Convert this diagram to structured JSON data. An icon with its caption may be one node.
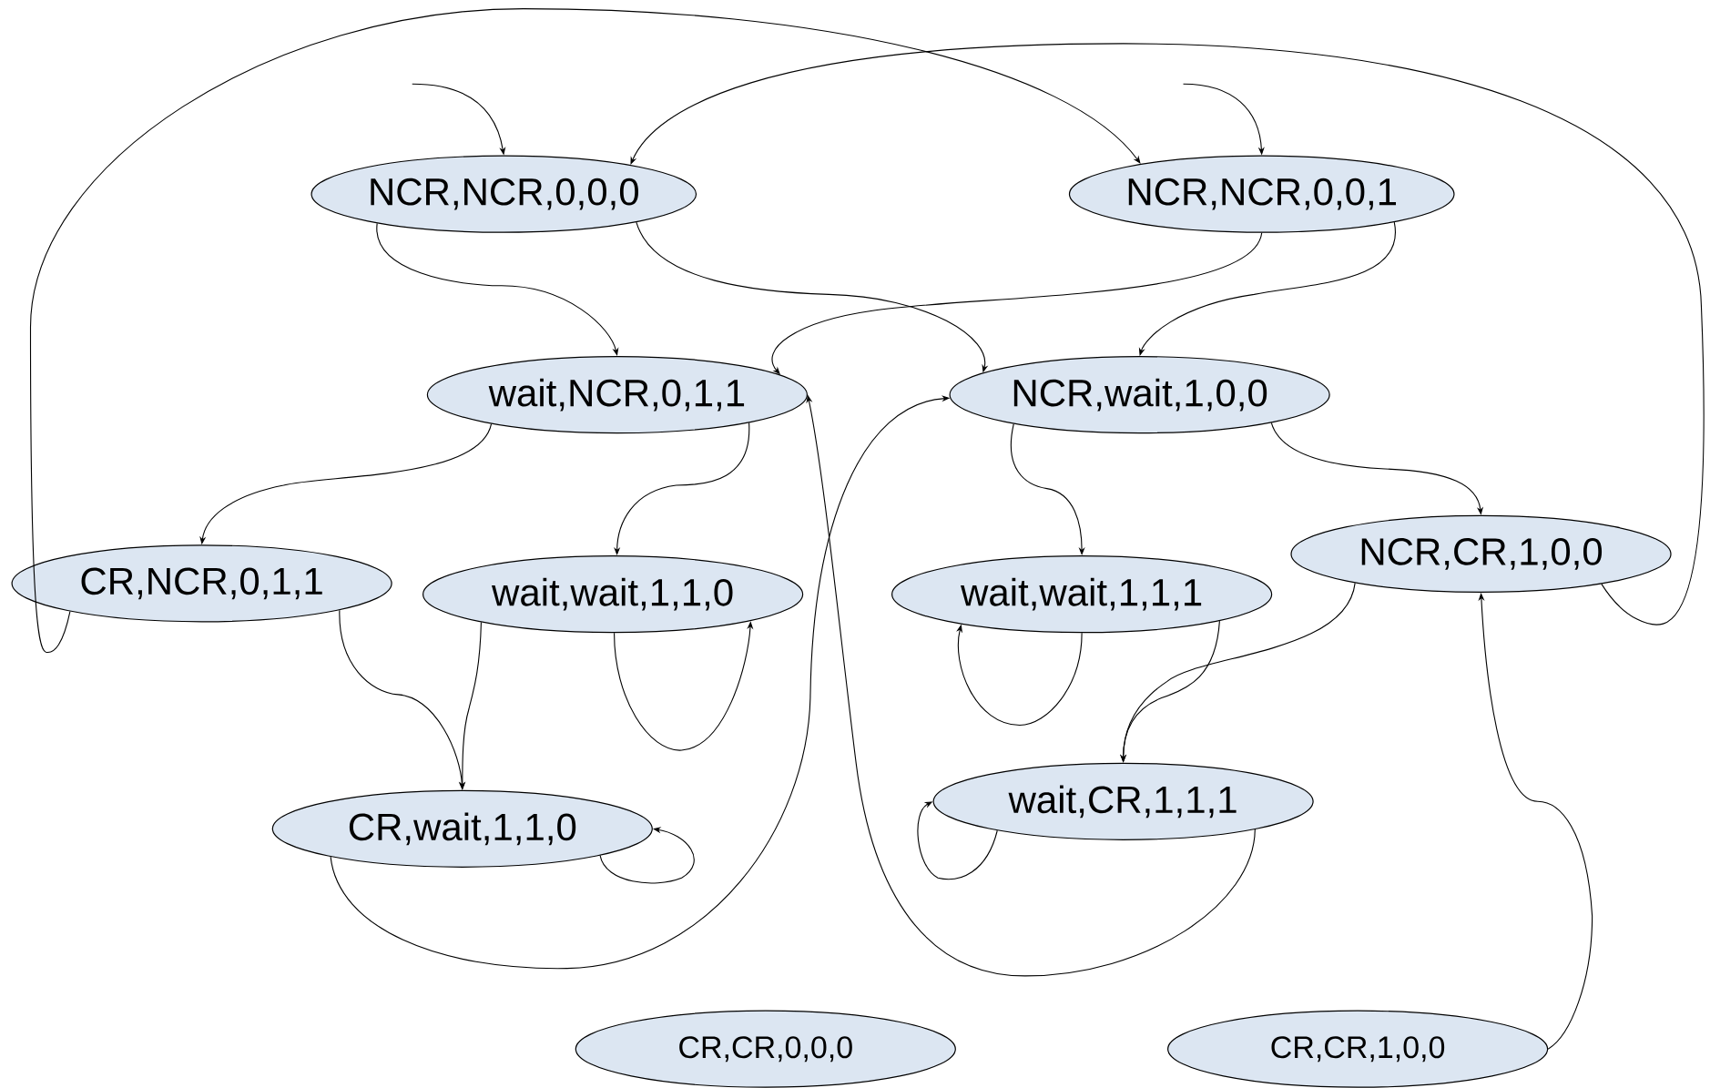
{
  "diagram": {
    "nodes": [
      {
        "text": [
          "NCR,NCR,0,0,0"
        ]
      },
      {
        "text": [
          "NCR,NCR,0,0,1"
        ]
      },
      {
        "text": [
          "wait,NCR,0,1,1"
        ]
      },
      {
        "text": [
          "NCR,wait,1,0,0"
        ]
      },
      {
        "text": [
          "CR,NCR,0,1,1"
        ]
      },
      {
        "text": [
          "wait,wait,1,1,0"
        ]
      },
      {
        "text": [
          "wait,wait,1,1,1"
        ]
      },
      {
        "text": [
          "NCR,CR,1,0,0"
        ]
      },
      {
        "text": [
          "CR,wait,1,1,0"
        ]
      },
      {
        "text": [
          "wait,CR,1,1,1"
        ]
      },
      {
        "text": [
          "CR,CR,0,0,0"
        ]
      },
      {
        "text": [
          "CR,CR,1,0,0"
        ]
      }
    ],
    "edges": [
      {
        "from": null,
        "to": 0,
        "arrow": "to"
      },
      {
        "from": null,
        "to": 1,
        "arrow": "to"
      },
      {
        "from": 4,
        "to": 1,
        "arrow": "to"
      },
      {
        "from": 7,
        "to": 0,
        "arrow": "to"
      },
      {
        "from": 0,
        "to": 2,
        "arrow": "to"
      },
      {
        "from": 0,
        "to": 3,
        "arrow": "to"
      },
      {
        "from": 1,
        "to": 2,
        "arrow": "to"
      },
      {
        "from": 1,
        "to": 3,
        "arrow": "to"
      },
      {
        "from": 2,
        "to": 4,
        "arrow": "to"
      },
      {
        "from": 2,
        "to": 5,
        "arrow": "to"
      },
      {
        "from": 3,
        "to": 6,
        "arrow": "to"
      },
      {
        "from": 3,
        "to": 7,
        "arrow": "to"
      },
      {
        "from": 4,
        "to": 8,
        "arrow": "to"
      },
      {
        "from": 5,
        "to": 8,
        "arrow": "to"
      },
      {
        "from": 5,
        "to": 5,
        "arrow": "to"
      },
      {
        "from": 6,
        "to": 6,
        "arrow": "to"
      },
      {
        "from": 6,
        "to": 9,
        "arrow": "to"
      },
      {
        "from": 7,
        "to": 9,
        "arrow": "to"
      },
      {
        "from": 8,
        "to": 8,
        "arrow": "to"
      },
      {
        "from": 8,
        "to": 3,
        "arrow": "to"
      },
      {
        "from": 9,
        "to": 9,
        "arrow": "to"
      },
      {
        "from": 9,
        "to": 2,
        "arrow": "to"
      },
      {
        "from": 11,
        "to": 7,
        "arrow": "to"
      }
    ]
  }
}
